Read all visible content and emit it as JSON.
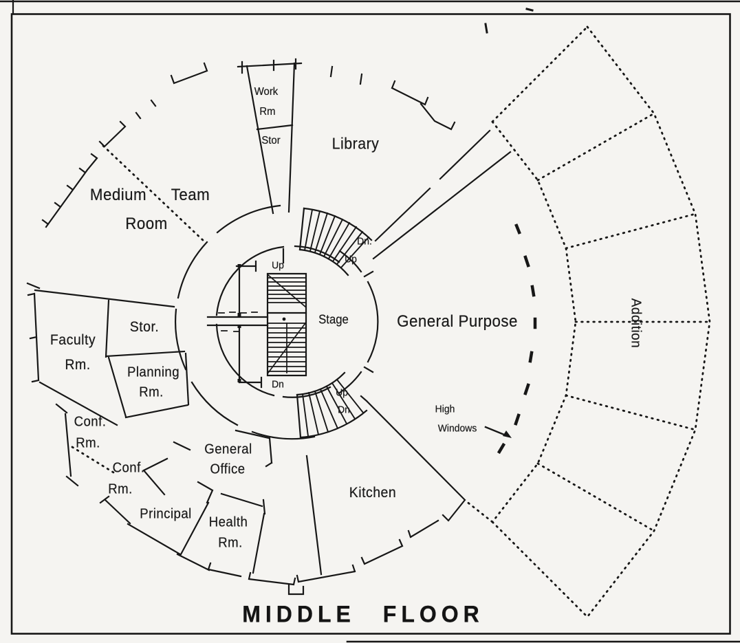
{
  "page": {
    "background_color": "#f5f4f1",
    "ink_color": "#171717",
    "title": "MIDDLE FLOOR",
    "type_note": "scanned circular school floor plan"
  },
  "rooms": {
    "work_rm": {
      "line1": "Work",
      "line2": "Rm"
    },
    "stor_upper": {
      "label": "Stor"
    },
    "library": {
      "label": "Library"
    },
    "medium_team_room": {
      "word1": "Medium",
      "word2": "Team",
      "line2": "Room"
    },
    "faculty_rm": {
      "line1": "Faculty",
      "line2": "Rm."
    },
    "stor_west": {
      "label": "Stor."
    },
    "planning_rm": {
      "line1": "Planning",
      "line2": "Rm."
    },
    "conf_rm_outer": {
      "line1": "Conf.",
      "line2": "Rm."
    },
    "conf_rm_inner": {
      "line1": "Conf.",
      "line2": "Rm."
    },
    "principal": {
      "label": "Principal"
    },
    "general_office": {
      "line1": "General",
      "line2": "Office"
    },
    "health_rm": {
      "line1": "Health",
      "line2": "Rm."
    },
    "kitchen": {
      "label": "Kitchen"
    },
    "stage": {
      "label": "Stage"
    },
    "general_purpose": {
      "label": "General Purpose"
    },
    "addition": {
      "label": "Addition"
    }
  },
  "stairs": {
    "center_top": "Up",
    "center_bottom": "Dn",
    "northeast_upper": "Dn.",
    "northeast_lower": "Up",
    "southeast_upper": "Up",
    "southeast_lower": "Dn"
  },
  "annotations": {
    "high_windows_line1": "High",
    "high_windows_line2": "Windows"
  }
}
